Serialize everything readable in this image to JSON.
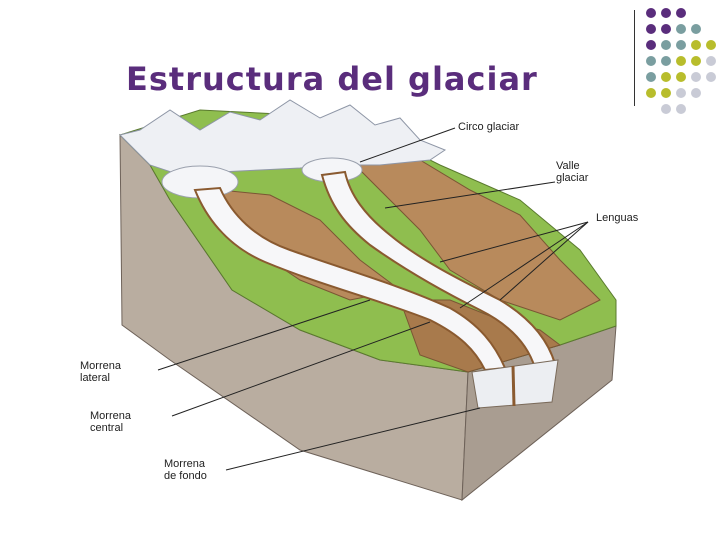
{
  "title": "Estructura del glaciar",
  "colors": {
    "title": "#5a2d7c",
    "purple": "#5a2d7c",
    "teal": "#7a9ea0",
    "olive": "#b8bd2c",
    "lightgray": "#c9cbd6"
  },
  "dot_grid": [
    [
      "purple",
      "purple",
      "purple",
      "",
      ""
    ],
    [
      "purple",
      "purple",
      "teal",
      "teal",
      ""
    ],
    [
      "purple",
      "teal",
      "teal",
      "olive",
      "olive"
    ],
    [
      "teal",
      "teal",
      "olive",
      "olive",
      "lightgray"
    ],
    [
      "teal",
      "olive",
      "olive",
      "lightgray",
      "lightgray"
    ],
    [
      "olive",
      "olive",
      "lightgray",
      "lightgray",
      ""
    ],
    [
      "",
      "lightgray",
      "lightgray",
      "",
      ""
    ]
  ],
  "labels": {
    "circo": "Circo glaciar",
    "valle": [
      "Valle",
      "glaciar"
    ],
    "lenguas": "Lenguas",
    "morrena_lateral": [
      "Morrena",
      "lateral"
    ],
    "morrena_central": [
      "Morrena",
      "central"
    ],
    "morrena_fondo": [
      "Morrena",
      "de fondo"
    ]
  }
}
